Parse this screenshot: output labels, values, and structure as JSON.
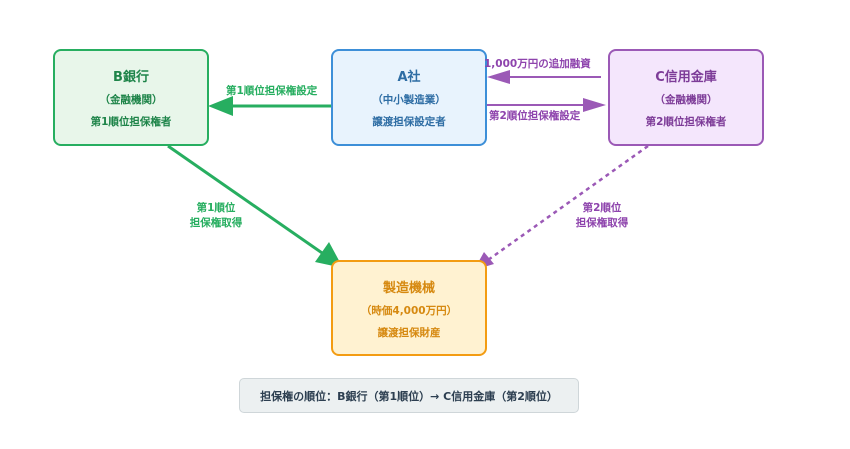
{
  "nodes": {
    "b_bank": {
      "title": "B銀行",
      "subtitle": "（金融機関）",
      "role": "第1順位担保権者"
    },
    "a_company": {
      "title": "A社",
      "subtitle": "（中小製造業）",
      "role": "譲渡担保設定者"
    },
    "c_credit": {
      "title": "C信用金庫",
      "subtitle": "（金融機関）",
      "role": "第2順位担保権者"
    },
    "machine": {
      "title": "製造機械",
      "subtitle": "（時価4,000万円）",
      "role": "譲渡担保財産"
    }
  },
  "edges": {
    "a_to_b": "第1順位担保権設定",
    "c_to_a": "1,000万円の追加融資",
    "a_to_c": "第2順位担保権設定",
    "b_to_machine_line1": "第1順位",
    "b_to_machine_line2": "担保権取得",
    "c_to_machine_line1": "第2順位",
    "c_to_machine_line2": "担保権取得"
  },
  "legend": "担保権の順位：B銀行（第1順位）→ C信用金庫（第2順位）",
  "colors": {
    "green": "#27ae60",
    "blue": "#3d8fd8",
    "purple": "#9b59b6",
    "orange": "#f39c12"
  }
}
